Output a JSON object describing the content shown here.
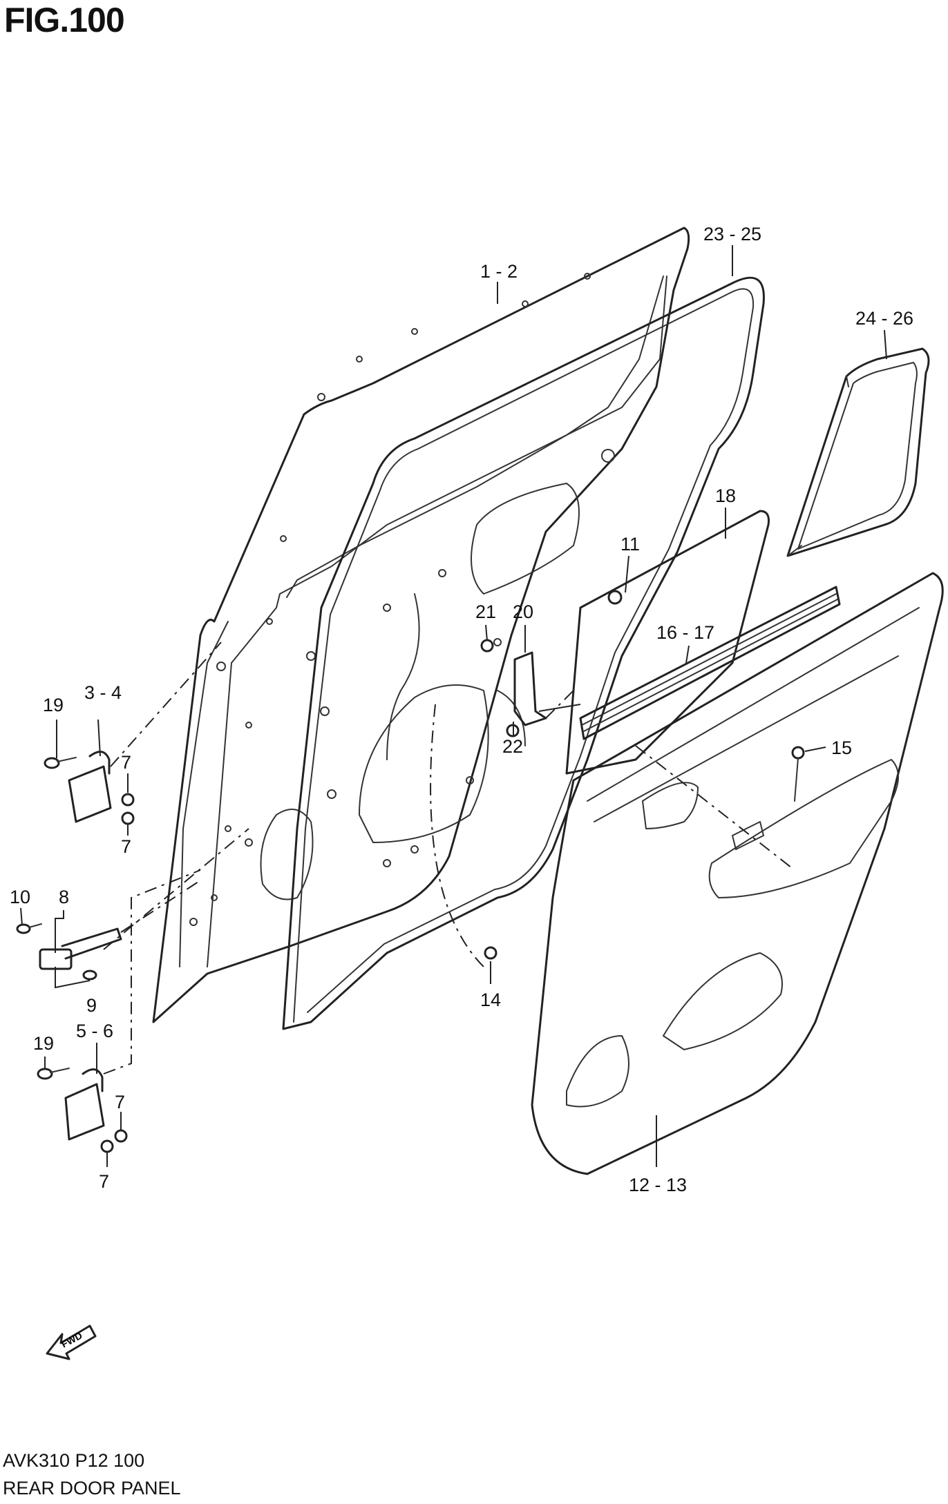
{
  "figure": {
    "title": "FIG.100",
    "code": "AVK310 P12 100",
    "name": "REAR DOOR PANEL"
  },
  "fwd_arrow": {
    "label": "FWD",
    "icon": "fwd-arrow-icon"
  },
  "callouts": [
    {
      "id": "c-1-2",
      "text": "1 - 2"
    },
    {
      "id": "c-23-25",
      "text": "23 - 25"
    },
    {
      "id": "c-24-26",
      "text": "24 - 26"
    },
    {
      "id": "c-18",
      "text": "18"
    },
    {
      "id": "c-11",
      "text": "11"
    },
    {
      "id": "c-21",
      "text": "21"
    },
    {
      "id": "c-20",
      "text": "20"
    },
    {
      "id": "c-16-17",
      "text": "16 - 17"
    },
    {
      "id": "c-22",
      "text": "22"
    },
    {
      "id": "c-15",
      "text": "15"
    },
    {
      "id": "c-19a",
      "text": "19"
    },
    {
      "id": "c-3-4",
      "text": "3 - 4"
    },
    {
      "id": "c-7a",
      "text": "7"
    },
    {
      "id": "c-7b",
      "text": "7"
    },
    {
      "id": "c-10",
      "text": "10"
    },
    {
      "id": "c-8",
      "text": "8"
    },
    {
      "id": "c-9",
      "text": "9"
    },
    {
      "id": "c-14",
      "text": "14"
    },
    {
      "id": "c-19b",
      "text": "19"
    },
    {
      "id": "c-5-6",
      "text": "5 - 6"
    },
    {
      "id": "c-7c",
      "text": "7"
    },
    {
      "id": "c-7d",
      "text": "7"
    },
    {
      "id": "c-12-13",
      "text": "12 - 13"
    }
  ]
}
